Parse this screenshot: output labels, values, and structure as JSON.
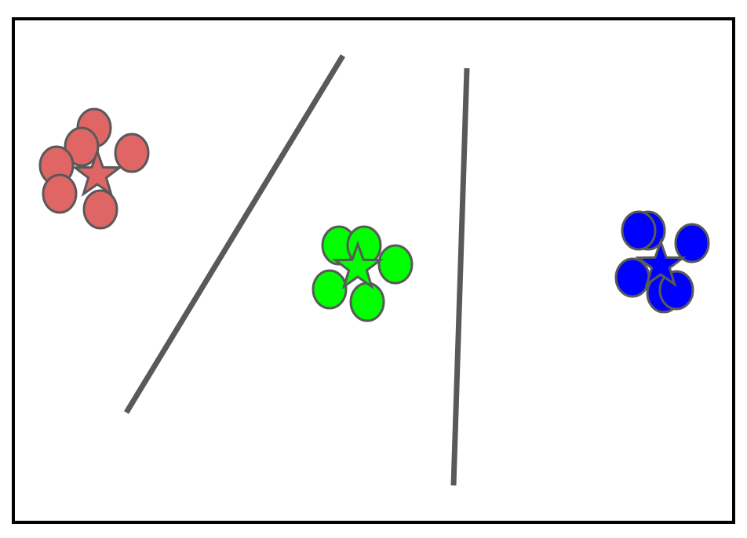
{
  "colors": {
    "background": "#ffffff",
    "frame": "#000000",
    "outline": "#595959",
    "boundary": "#595959"
  },
  "clusters": [
    {
      "name": "red",
      "fill": "#e06666",
      "centroid": {
        "x": 0.0,
        "y": 0.0
      },
      "points": [
        {
          "x": -0.05,
          "y": 0.75
        },
        {
          "x": -0.25,
          "y": 0.45
        },
        {
          "x": 0.55,
          "y": 0.35
        },
        {
          "x": -0.65,
          "y": 0.15
        },
        {
          "x": -0.6,
          "y": -0.3
        },
        {
          "x": 0.05,
          "y": -0.55
        }
      ]
    },
    {
      "name": "green",
      "fill": "#00ff00",
      "centroid": {
        "x": 0.0,
        "y": 0.0
      },
      "points": [
        {
          "x": -0.3,
          "y": 0.35
        },
        {
          "x": 0.1,
          "y": 0.35
        },
        {
          "x": 0.6,
          "y": 0.05
        },
        {
          "x": -0.45,
          "y": -0.35
        },
        {
          "x": 0.15,
          "y": -0.55
        }
      ]
    },
    {
      "name": "blue",
      "fill": "#0000ff",
      "centroid": {
        "x": 0.0,
        "y": 0.0
      },
      "points": [
        {
          "x": -0.2,
          "y": 0.55
        },
        {
          "x": -0.35,
          "y": 0.55
        },
        {
          "x": 0.5,
          "y": 0.35
        },
        {
          "x": -0.45,
          "y": -0.2
        },
        {
          "x": 0.05,
          "y": -0.45
        },
        {
          "x": 0.25,
          "y": -0.4
        }
      ]
    }
  ],
  "boundaries": [
    {
      "name": "boundary-left"
    },
    {
      "name": "boundary-right"
    }
  ]
}
